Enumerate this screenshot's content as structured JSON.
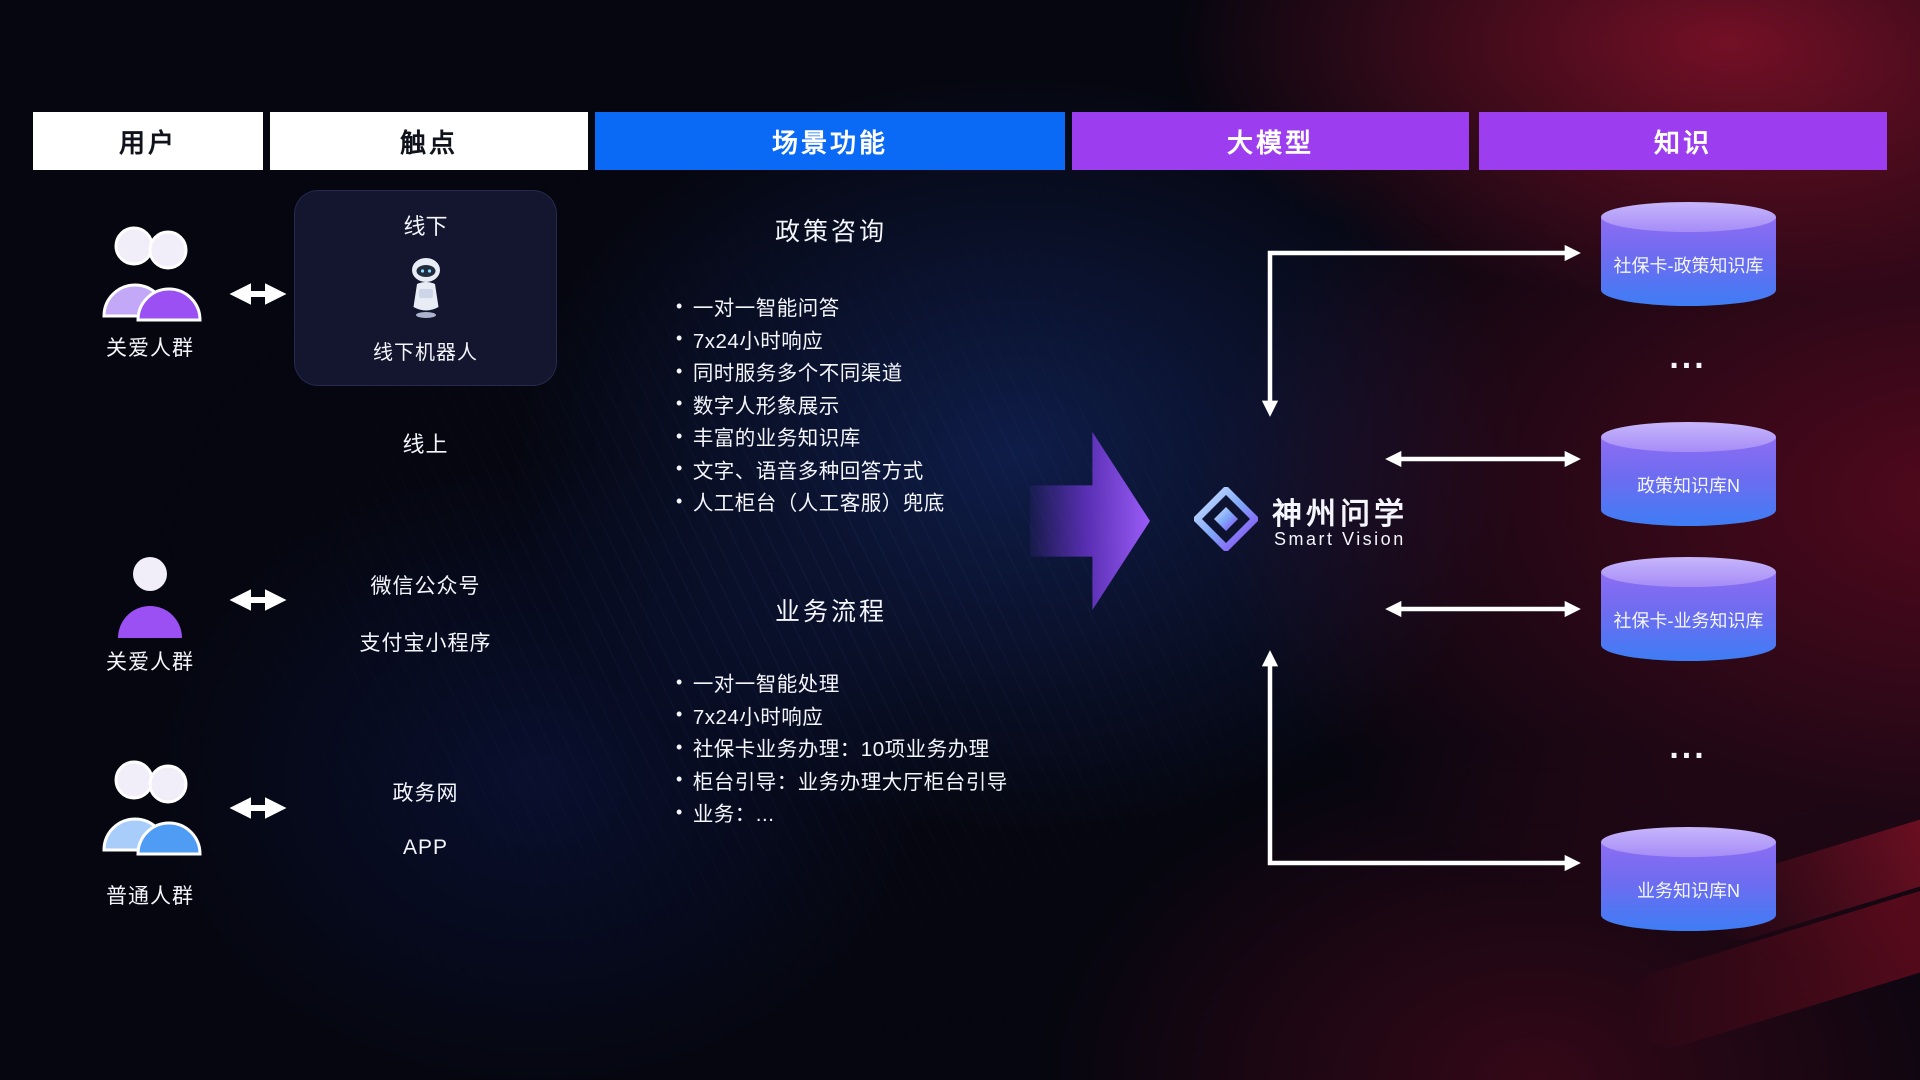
{
  "header": {
    "columns": [
      {
        "label": "用户"
      },
      {
        "label": "触点"
      },
      {
        "label": "场景功能"
      },
      {
        "label": "大模型"
      },
      {
        "label": "知识"
      }
    ]
  },
  "users": [
    {
      "label": "关爱人群",
      "icon": "users-group",
      "color": "#9b50f3"
    },
    {
      "label": "关爱人群",
      "icon": "user-single",
      "color": "#9b50f3"
    },
    {
      "label": "普通人群",
      "icon": "users-group",
      "color": "#4f9cf5"
    }
  ],
  "touchpoints": {
    "offline": {
      "label": "线下",
      "device": "线下机器人"
    },
    "online": {
      "label": "线上",
      "channels": [
        "微信公众号",
        "支付宝小程序"
      ]
    },
    "gov": {
      "channels": [
        "政务网",
        "APP"
      ]
    }
  },
  "scenes": {
    "policy": {
      "title": "政策咨询",
      "items": [
        "一对一智能问答",
        "7x24小时响应",
        "同时服务多个不同渠道",
        "数字人形象展示",
        "丰富的业务知识库",
        "文字、语音多种回答方式",
        "人工柜台（人工客服）兜底"
      ]
    },
    "business": {
      "title": "业务流程",
      "items": [
        "一对一智能处理",
        "7x24小时响应",
        "社保卡业务办理：10项业务办理",
        "柜台引导：业务办理大厅柜台引导",
        "业务：..."
      ]
    }
  },
  "model": {
    "brand": "神州问学",
    "subtitle": "Smart Vision"
  },
  "knowledge": {
    "databases": [
      "社保卡-政策知识库",
      "政策知识库N",
      "社保卡-业务知识库",
      "业务知识库N"
    ],
    "ellipsis": "..."
  },
  "colors": {
    "header_blue": "#0a6af5",
    "header_purple": "#9c3ef0",
    "accent_purple": "#9b50f3",
    "accent_blue": "#4f9cf5",
    "db_top": "#c7b6fb",
    "db_body_top": "#8d6df3",
    "db_body_bottom": "#3e7df5",
    "connector": "#ffffff"
  }
}
